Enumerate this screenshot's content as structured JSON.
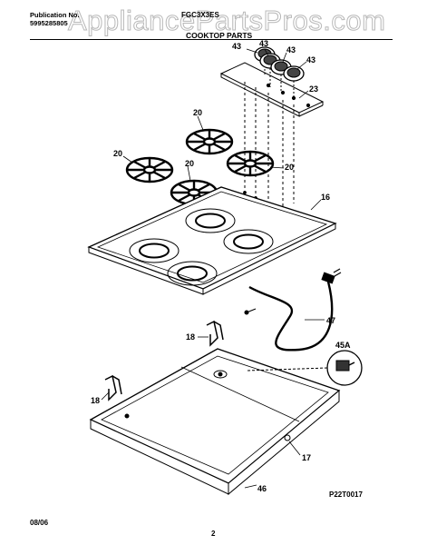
{
  "header": {
    "publication_label": "Publication No.",
    "publication_number": "5995285805",
    "model": "FGC3X3ES",
    "section_title": "COOKTOP PARTS",
    "watermark": "AppliancePartsPros.com"
  },
  "footer": {
    "date": "08/06",
    "page": "2",
    "diagram_ref": "P22T0017"
  },
  "callouts": {
    "knob": "43",
    "panel": "23",
    "grate": "20",
    "cooktop": "16",
    "cord": "47",
    "bracket": "18",
    "switch": "45A",
    "wire": "17",
    "pan": "46"
  }
}
